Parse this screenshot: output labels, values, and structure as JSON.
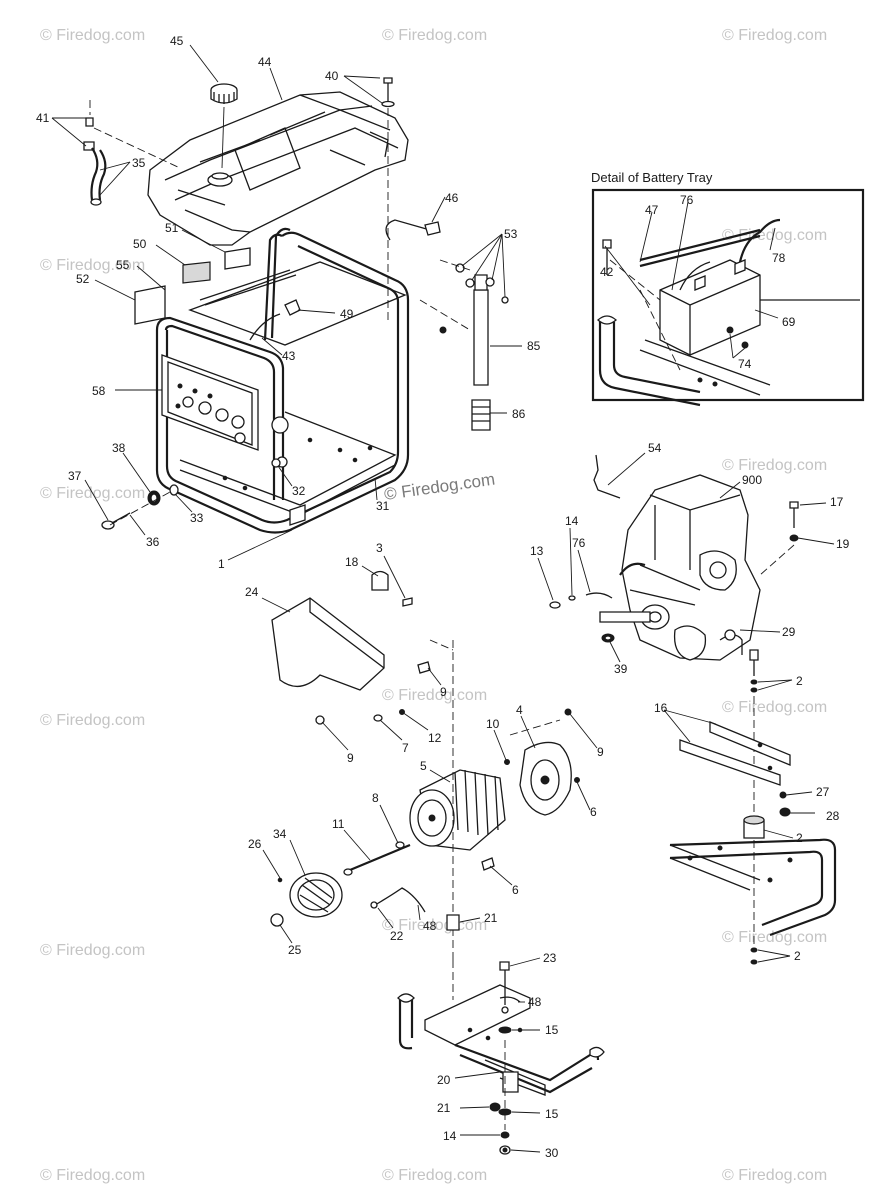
{
  "watermark_text": "© Firedog.com",
  "detail_title": "Detail of Battery Tray",
  "callouts": {
    "c45": "45",
    "c44": "44",
    "c40": "40",
    "c41": "41",
    "c35": "35",
    "c51": "51",
    "c50": "50",
    "c55": "55",
    "c52": "52",
    "c46": "46",
    "c53": "53",
    "c49": "49",
    "c43": "43",
    "c85": "85",
    "c86": "86",
    "c58": "58",
    "c38": "38",
    "c37": "37",
    "c33": "33",
    "c36": "36",
    "c32": "32",
    "c31": "31",
    "c1": "1",
    "c47": "47",
    "c76": "76",
    "c78": "78",
    "c42": "42",
    "c69": "69",
    "c74": "74",
    "c54": "54",
    "c900": "900",
    "c17": "17",
    "c19": "19",
    "c14a": "14",
    "c13": "13",
    "c76b": "76",
    "c29": "29",
    "c39": "39",
    "c2a": "2",
    "c16": "16",
    "c27": "27",
    "c28": "28",
    "c2b": "2",
    "c2c": "2",
    "c18": "18",
    "c3": "3",
    "c24": "24",
    "c9a": "9",
    "c12": "12",
    "c7": "7",
    "c9b": "9",
    "c10": "10",
    "c4": "4",
    "c9c": "9",
    "c5": "5",
    "c8": "8",
    "c6a": "6",
    "c11": "11",
    "c26": "26",
    "c34": "34",
    "c6b": "6",
    "c21a": "21",
    "c48a": "48",
    "c22": "22",
    "c25": "25",
    "c23": "23",
    "c48b": "48",
    "c15a": "15",
    "c20": "20",
    "c21b": "21",
    "c15b": "15",
    "c14b": "14",
    "c30": "30"
  }
}
